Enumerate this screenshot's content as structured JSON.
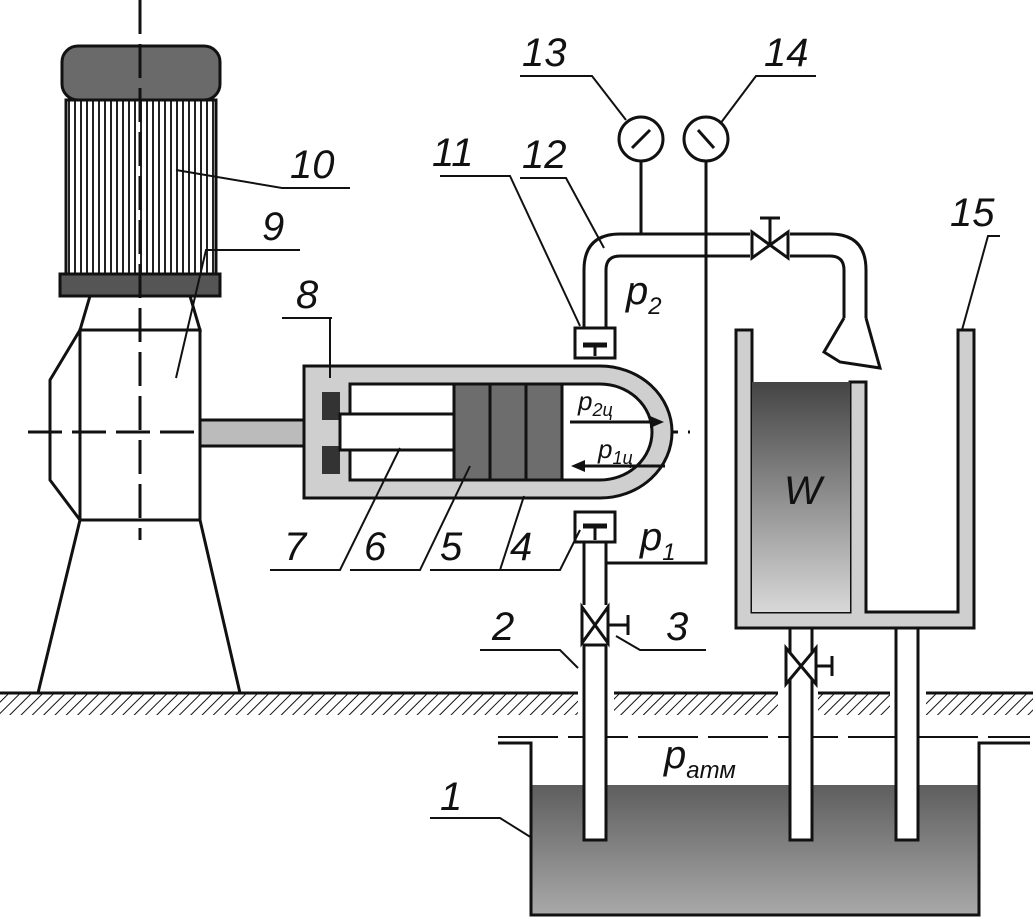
{
  "labels": {
    "n1": "1",
    "n2": "2",
    "n3": "3",
    "n4": "4",
    "n5": "5",
    "n6": "6",
    "n7": "7",
    "n8": "8",
    "n9": "9",
    "n10": "10",
    "n11": "11",
    "n12": "12",
    "n13": "13",
    "n14": "14",
    "n15": "15"
  },
  "symbols": {
    "p2": {
      "base": "p",
      "sub": "2"
    },
    "p1": {
      "base": "p",
      "sub": "1"
    },
    "p2c": {
      "base": "p",
      "sub": "2ц"
    },
    "p1c": {
      "base": "p",
      "sub": "1ц"
    },
    "patm": {
      "base": "p",
      "sub": "атм"
    },
    "W": "W"
  },
  "colors": {
    "line": "#111111",
    "metal": "#c9c9c9",
    "liquid": "#7a7a7a",
    "piston": "#555555",
    "motor": "#8a8a8a"
  }
}
